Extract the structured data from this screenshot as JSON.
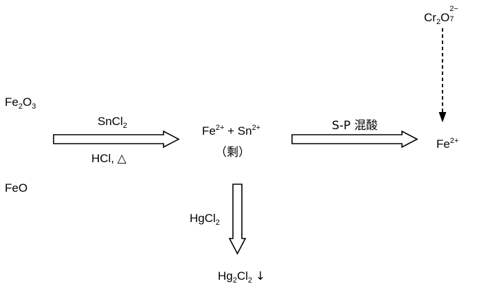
{
  "reactants": {
    "fe2o3": {
      "base1": "Fe",
      "sub1": "2",
      "base2": "O",
      "sub2": "3"
    },
    "feo": "FeO"
  },
  "step1": {
    "reagent_top": {
      "base": "SnCl",
      "sub": "2"
    },
    "reagent_bottom": "HCl, △"
  },
  "intermediate": {
    "fe_base": "Fe",
    "fe_sup": "2+",
    "plus": " + ",
    "sn_base": "Sn",
    "sn_sup": "2+",
    "note": "（剩）"
  },
  "step2": {
    "reagent": "S-P 混酸"
  },
  "product": {
    "base": "Fe",
    "sup": "2+"
  },
  "titrant": {
    "base1": "Cr",
    "sub1": "2",
    "base2": "O",
    "sub2": "7",
    "sup": "2−"
  },
  "step3": {
    "reagent": {
      "base": "HgCl",
      "sub": "2"
    }
  },
  "precipitate": {
    "base1": "Hg",
    "sub1": "2",
    "base2": "Cl",
    "sub2": "2",
    "arrow": "↓"
  }
}
